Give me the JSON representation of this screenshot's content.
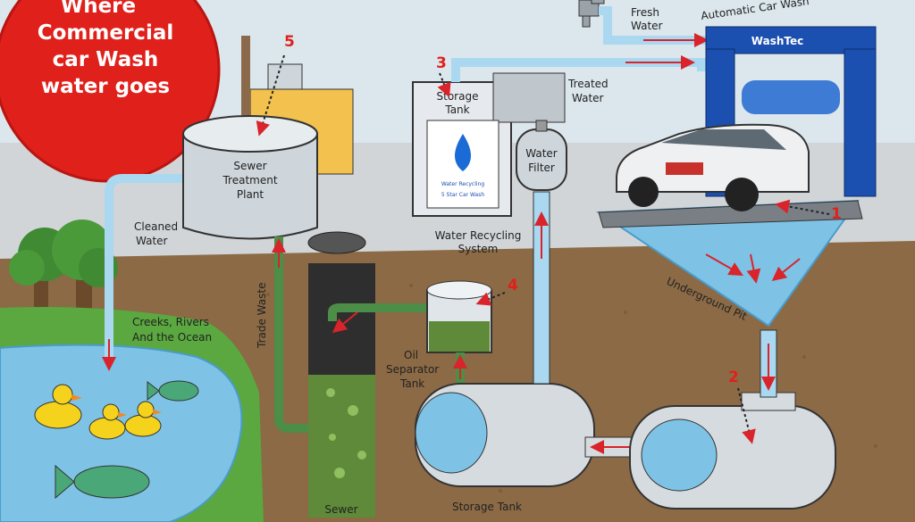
{
  "title_lines": [
    "Where",
    "Commercial",
    "car Wash",
    "water goes"
  ],
  "labels": {
    "fresh_water": "Fresh Water",
    "fresh_water_l1": "Fresh",
    "fresh_water_l2": "Water",
    "automatic_car_wash": "Automatic Car Wash",
    "treated_water_l1": "Treated",
    "treated_water_l2": "Water",
    "storage_tank_top_l1": "Storage",
    "storage_tank_top_l2": "Tank",
    "water_filter_l1": "Water",
    "water_filter_l2": "Filter",
    "sewer_treatment_l1": "Sewer",
    "sewer_treatment_l2": "Treatment",
    "sewer_treatment_l3": "Plant",
    "cleaned_water_l1": "Cleaned",
    "cleaned_water_l2": "Water",
    "water_recycling_l1": "Water Recycling",
    "water_recycling_l2": "System",
    "underground_pit": "Underground Pit",
    "trade_waste": "Trade Waste",
    "creeks_l1": "Creeks, Rivers",
    "creeks_l2": "And the Ocean",
    "oil_sep_l1": "Oil",
    "oil_sep_l2": "Separator",
    "oil_sep_l3": "Tank",
    "sewer": "Sewer",
    "storage_tank_bottom": "Storage Tank",
    "washtec_brand": "WashTec",
    "panel_brand": "Water Recycling",
    "panel_sub": "5 Star Car Wash"
  },
  "steps": [
    "1",
    "2",
    "3",
    "4",
    "5"
  ],
  "colors": {
    "title_circle": "#e0201b",
    "sky": "#dfe9ee",
    "ground": "#8b6a45",
    "water": "#7ec3e6",
    "water_pipe": "#a9d8f0",
    "green_pipe": "#4c8d48",
    "sludge": "#5f8a3a",
    "arrow": "#d8242a",
    "washtec_blue": "#1b4fb0"
  }
}
